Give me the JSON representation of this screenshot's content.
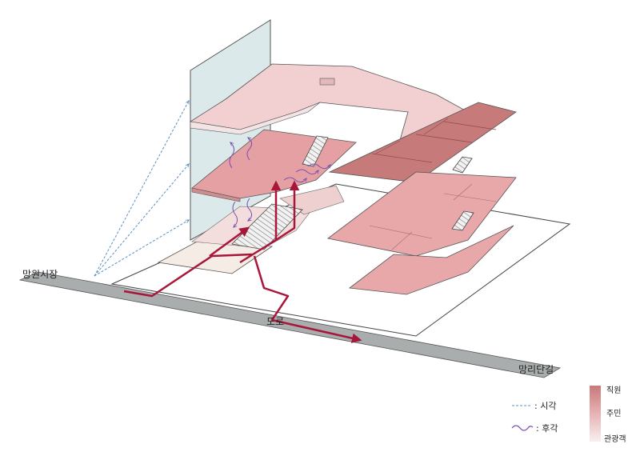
{
  "labels": {
    "left_street": "망원시장",
    "road": "도로",
    "right_street": "망리단길"
  },
  "legend": {
    "sight": ": 시각",
    "smell": ": 후각",
    "gradient_top": "직원",
    "gradient_mid": "주민",
    "gradient_bottom": "관광객"
  },
  "colors": {
    "staff": "#c77a7a",
    "resident": "#e5a9ab",
    "tourist": "#f6ece6",
    "route": "#a8163a",
    "sight": "#5b8fc4",
    "smell": "#7a4fae",
    "road": "#a9adad",
    "wall": "#dce9ea"
  }
}
